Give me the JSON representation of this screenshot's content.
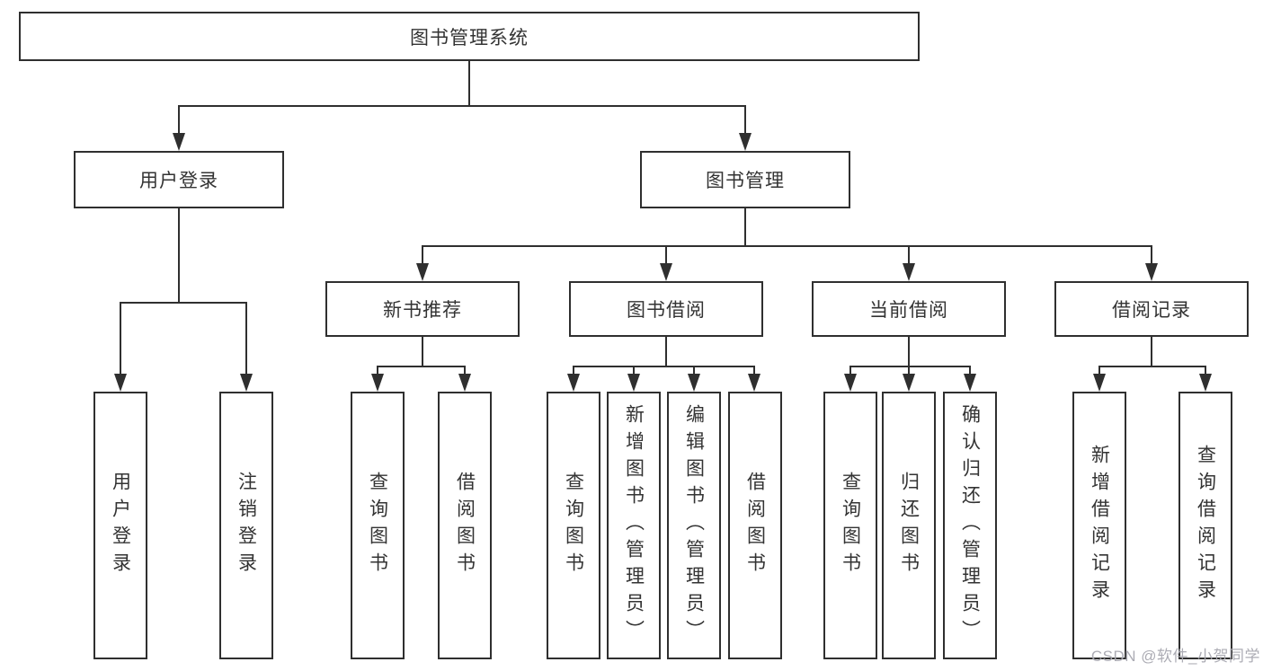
{
  "diagram": {
    "root": "图书管理系统",
    "level2": [
      {
        "label": "用户登录",
        "leaves": [
          "用户登录",
          "注销登录"
        ]
      },
      {
        "label": "图书管理"
      }
    ],
    "level3": [
      {
        "label": "新书推荐",
        "leaves": [
          "查询图书",
          "借阅图书"
        ]
      },
      {
        "label": "图书借阅",
        "leaves": [
          "查询图书",
          "新增图书（管理员）",
          "编辑图书（管理员）",
          "借阅图书"
        ]
      },
      {
        "label": "当前借阅",
        "leaves": [
          "查询图书",
          "归还图书",
          "确认归还（管理员）"
        ]
      },
      {
        "label": "借阅记录",
        "leaves": [
          "新增借阅记录",
          "查询借阅记录"
        ]
      }
    ]
  },
  "watermark": "CSDN @软件_小贺同学",
  "colors": {
    "line": "#2f2f2f",
    "text": "#333333",
    "background": "#ffffff",
    "watermark": "#a8a8b0"
  }
}
